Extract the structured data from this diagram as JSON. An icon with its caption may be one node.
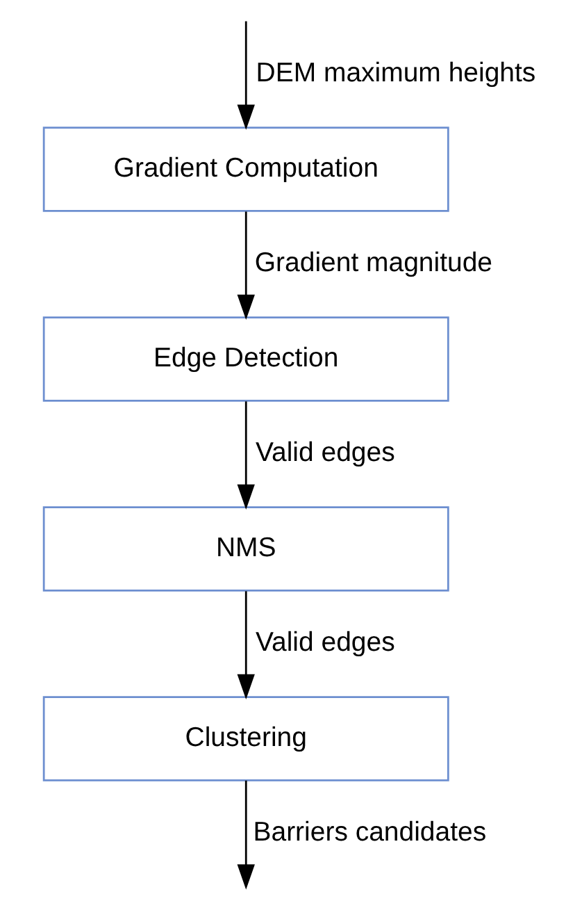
{
  "diagram": {
    "nodes": [
      {
        "text": [
          "Gradient Computation"
        ]
      },
      {
        "text": [
          "Edge Detection"
        ]
      },
      {
        "text": [
          "NMS"
        ]
      },
      {
        "text": [
          "Clustering"
        ]
      }
    ],
    "edges": [
      {
        "from": null,
        "to": 0,
        "arrow": "to",
        "label": "DEM maximum heights"
      },
      {
        "from": 0,
        "to": 1,
        "arrow": "to",
        "label": "Gradient magnitude"
      },
      {
        "from": 1,
        "to": 2,
        "arrow": "to",
        "label": "Valid edges"
      },
      {
        "from": 2,
        "to": 3,
        "arrow": "to",
        "label": "Valid edges"
      },
      {
        "from": 3,
        "to": null,
        "arrow": "to",
        "label": "Barriers candidates"
      }
    ]
  }
}
